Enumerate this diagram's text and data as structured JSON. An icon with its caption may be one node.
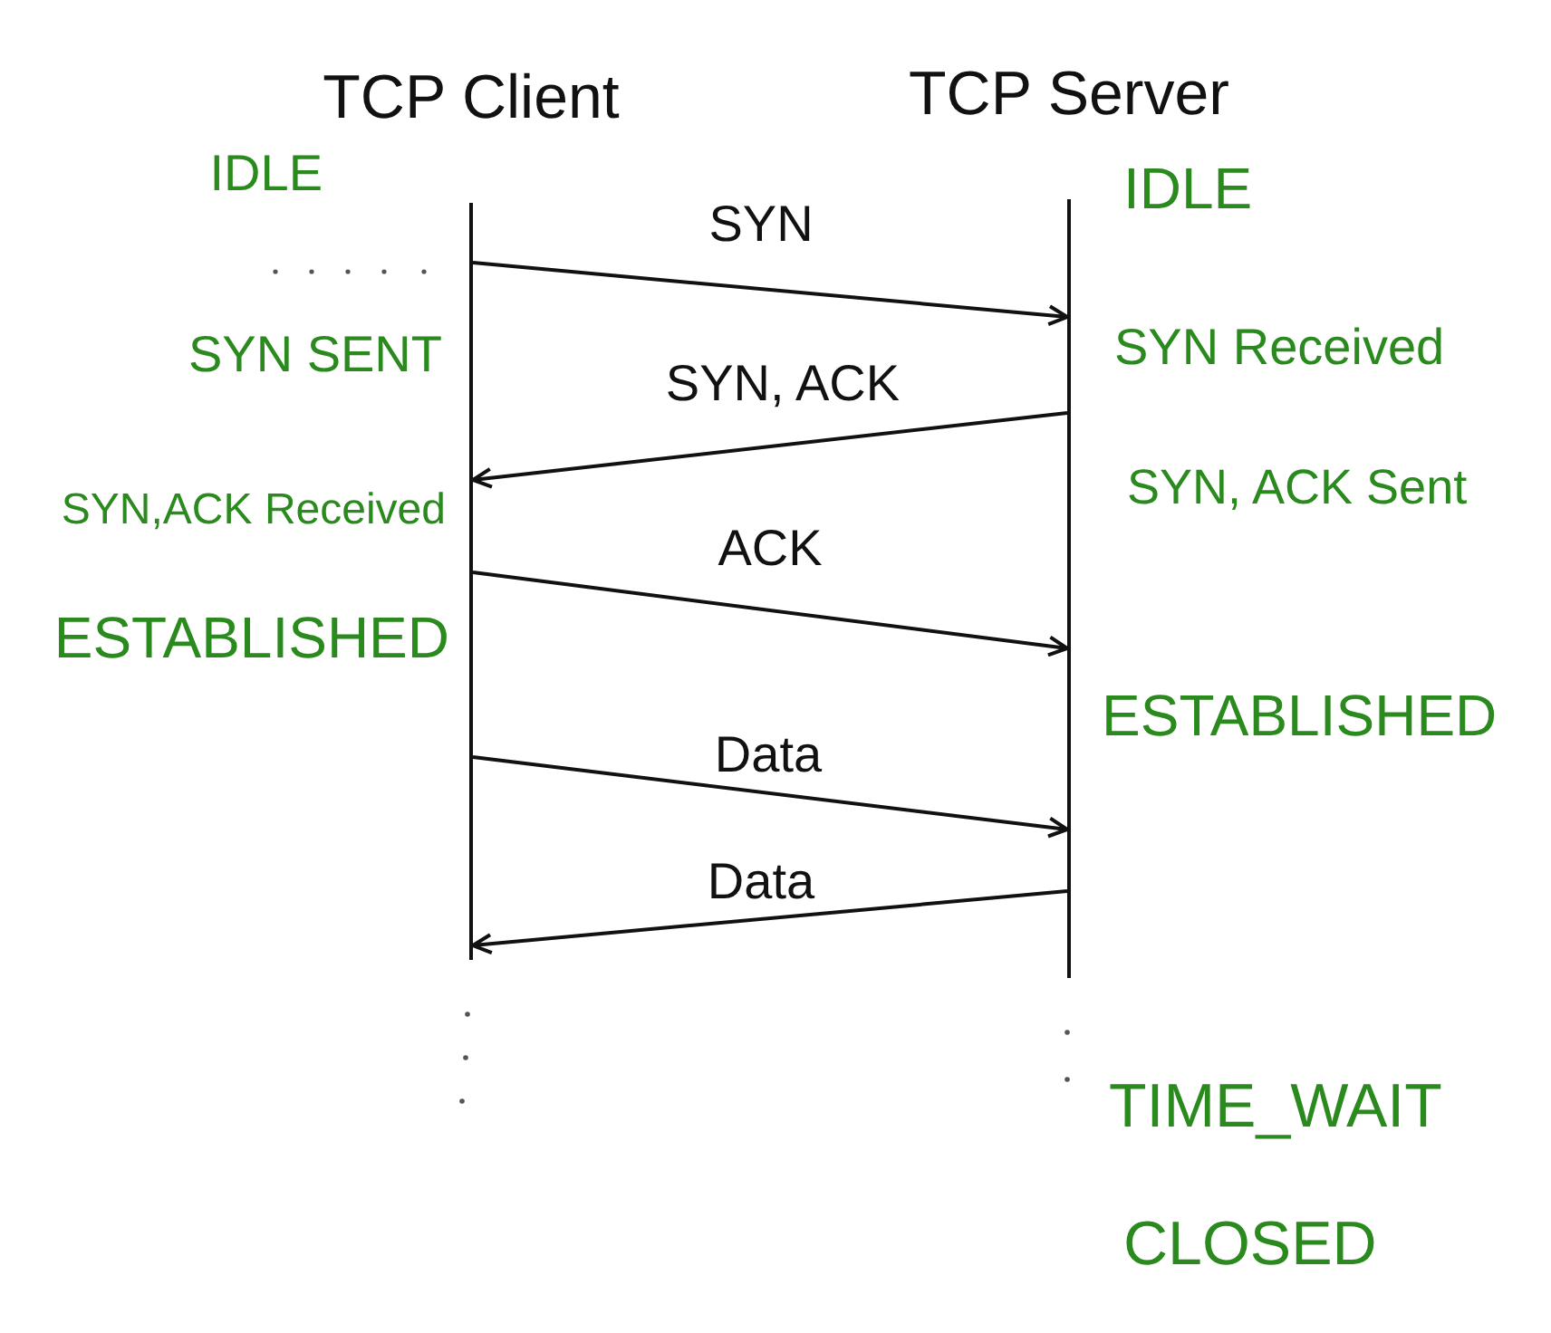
{
  "diagram": {
    "nodes": [
      {
        "text": [
          "TCP Client"
        ]
      },
      {
        "text": [
          "TCP Server"
        ]
      }
    ],
    "edges": [
      {
        "from": 0,
        "to": 1,
        "arrow": "to",
        "label": "SYN"
      },
      {
        "from": 1,
        "to": 0,
        "arrow": "to",
        "label": "SYN, ACK"
      },
      {
        "from": 0,
        "to": 1,
        "arrow": "to",
        "label": "ACK"
      },
      {
        "from": 0,
        "to": 1,
        "arrow": "to",
        "label": "Data"
      },
      {
        "from": 1,
        "to": 0,
        "arrow": "to",
        "label": "Data"
      }
    ],
    "labels": [
      "IDLE",
      "IDLE",
      "SYN SENT",
      "SYN Received",
      "SYN,ACK Received",
      "SYN, ACK Sent",
      "ESTABLISHED",
      "ESTABLISHED",
      "TIME_WAIT",
      "CLOSED"
    ]
  }
}
